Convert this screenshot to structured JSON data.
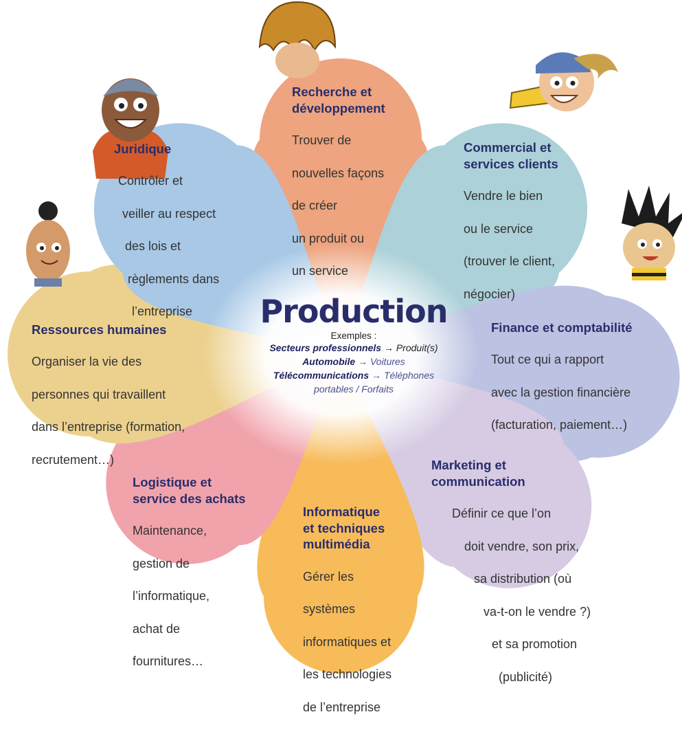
{
  "center": {
    "title": "Production",
    "examples_label": "Exemples :",
    "header_key": "Secteurs professionnels",
    "header_value": "Produit(s)",
    "arrow": "→",
    "rows": [
      {
        "key": "Automobile",
        "value": "Voitures"
      },
      {
        "key": "Télécommunications",
        "value": "Téléphones"
      }
    ],
    "continuation": "portables / Forfaits"
  },
  "petals": [
    {
      "id": "recherche",
      "title": "Recherche et\ndéveloppement",
      "color": "#eda47f",
      "body": [
        "Trouver de",
        "nouvelles façons",
        "de créer",
        "un produit ou",
        "un service"
      ]
    },
    {
      "id": "commercial",
      "title": "Commercial et\nservices clients",
      "color": "#acd1d8",
      "body": [
        "Vendre le bien",
        "ou le service",
        "(trouver le client,",
        "négocier)"
      ]
    },
    {
      "id": "finance",
      "title": "Finance et comptabilité",
      "color": "#bcc2e2",
      "body": [
        "Tout ce qui a rapport",
        "avec la gestion financière",
        "(facturation, paiement…)"
      ]
    },
    {
      "id": "marketing",
      "title": "Marketing et\ncommunication",
      "color": "#d6cbe3",
      "body": [
        "Définir ce que l’on",
        "doit vendre, son prix,",
        "sa distribution (où",
        "va-t-on le vendre ?)",
        "et sa promotion",
        "(publicité)"
      ]
    },
    {
      "id": "informatique",
      "title": "Informatique\net techniques\nmultimédia",
      "color": "#f7bb5a",
      "body": [
        "Gérer les",
        "systèmes",
        "informatiques et",
        "les technologies",
        "de l’entreprise"
      ]
    },
    {
      "id": "logistique",
      "title": "Logistique et\nservice des achats",
      "color": "#f1a3ab",
      "body": [
        "Maintenance,",
        "gestion de",
        "l’informatique,",
        "achat de",
        "fournitures…"
      ]
    },
    {
      "id": "rh",
      "title": "Ressources humaines",
      "color": "#ecd18e",
      "body": [
        "Organiser la vie des",
        "personnes qui travaillent",
        "dans l’entreprise (formation,",
        "recrutement…)"
      ]
    },
    {
      "id": "juridique",
      "title": "Juridique",
      "color": "#a8c8e6",
      "body": [
        "Contrôler et",
        "veiller au respect",
        "des lois et",
        "règlements dans",
        "l’entreprise"
      ]
    }
  ],
  "colors": {
    "title": "#2a2d6b",
    "text": "#333333",
    "center_glow": "#ffffff"
  },
  "icons": [
    "cartoon-character-beanie",
    "cartoon-character-bushy-hair",
    "cartoon-character-cap",
    "cartoon-character-spiky-hair",
    "cartoon-character-topknot"
  ]
}
